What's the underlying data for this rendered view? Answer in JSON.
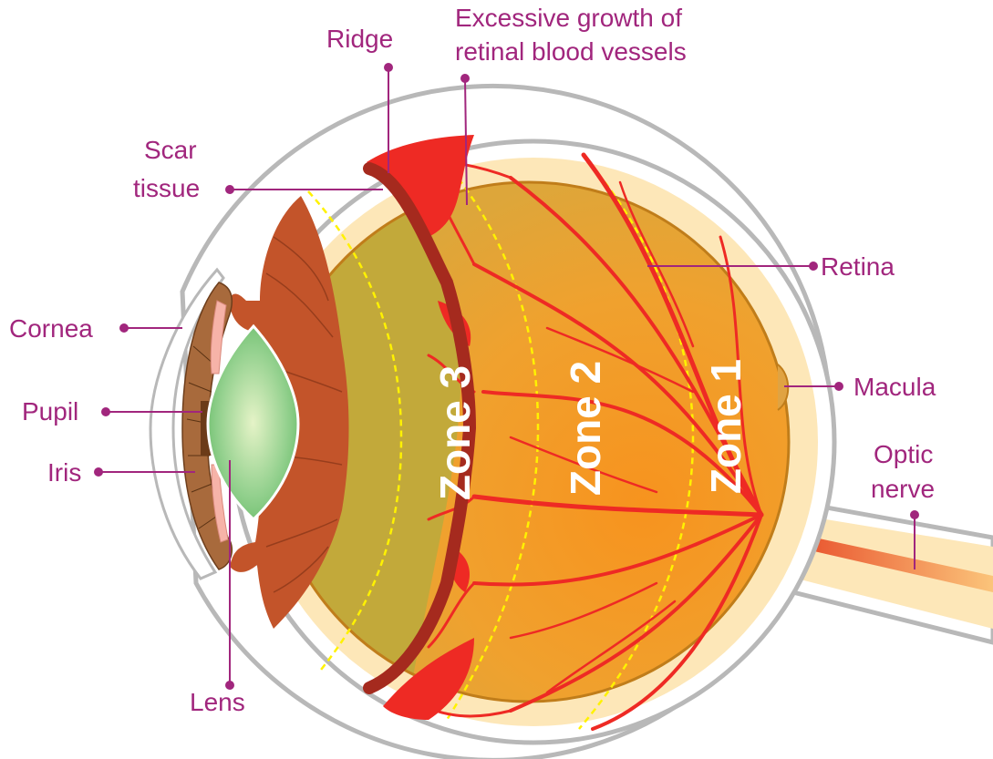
{
  "diagram": {
    "labels": {
      "ridge": "Ridge",
      "growth_line1": "Excessive growth of",
      "growth_line2": "retinal blood vessels",
      "scar_line1": "Scar",
      "scar_line2": "tissue",
      "retina": "Retina",
      "cornea": "Cornea",
      "macula": "Macula",
      "pupil": "Pupil",
      "optic_line1": "Optic",
      "optic_line2": "nerve",
      "iris": "Iris",
      "lens": "Lens"
    },
    "zones": {
      "zone3": "Zone 3",
      "zone2": "Zone 2",
      "zone1": "Zone 1"
    },
    "colors": {
      "label": "#a1267d",
      "sclera": "#fde7b8",
      "retina": "#f2a233",
      "periphery": "#c2a93a",
      "vessels": "#ee2a24",
      "ridge": "#a52a1e",
      "lens": "#9ed99a",
      "ciliary": "#c3542a",
      "iris": "#a86a3c"
    }
  }
}
